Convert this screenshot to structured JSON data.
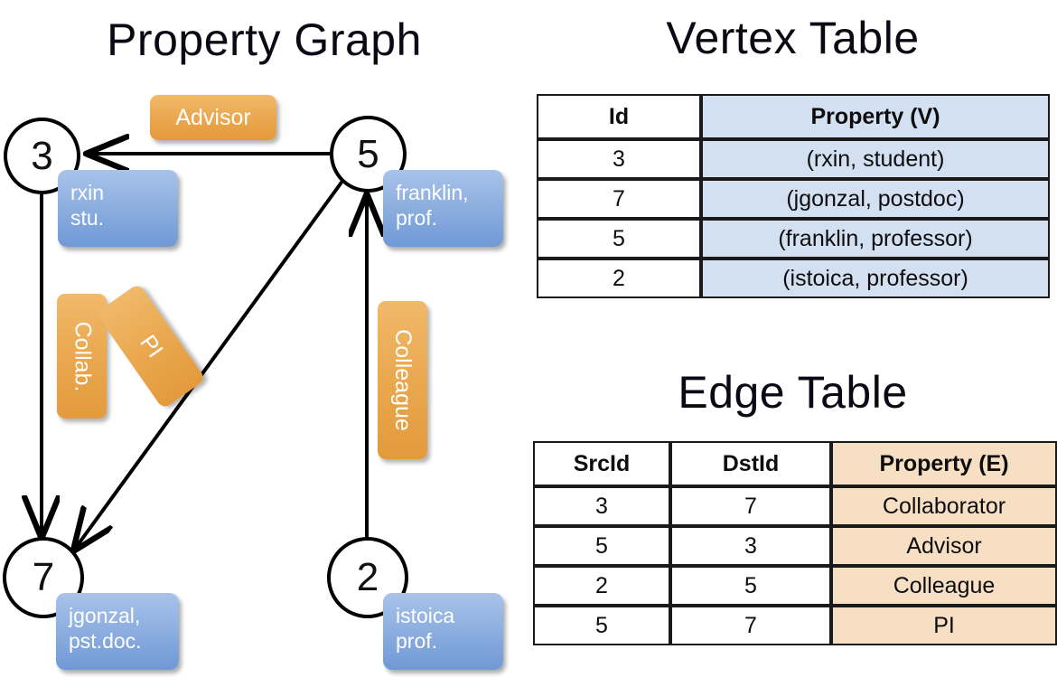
{
  "titles": {
    "graph": "Property Graph",
    "vertex_table": "Vertex Table",
    "edge_table": "Edge Table"
  },
  "graph": {
    "nodes": [
      {
        "id": "3",
        "property_line1": "rxin",
        "property_line2": "stu."
      },
      {
        "id": "5",
        "property_line1": "franklin,",
        "property_line2": "prof."
      },
      {
        "id": "7",
        "property_line1": "jgonzal,",
        "property_line2": "pst.doc."
      },
      {
        "id": "2",
        "property_line1": "istoica",
        "property_line2": "prof."
      }
    ],
    "edge_labels": {
      "advisor": "Advisor",
      "collab": "Collab.",
      "pi": "PI",
      "colleague": "Colleague"
    },
    "colors": {
      "node_stroke": "#000000",
      "vertex_property_fill": "#8fb0e0",
      "edge_label_fill": "#eaa84f",
      "arrow": "#000000"
    }
  },
  "vertex_table": {
    "headers": [
      "Id",
      "Property (V)"
    ],
    "rows": [
      {
        "id": "3",
        "property": "(rxin, student)"
      },
      {
        "id": "7",
        "property": "(jgonzal, postdoc)"
      },
      {
        "id": "5",
        "property": "(franklin, professor)"
      },
      {
        "id": "2",
        "property": "(istoica, professor)"
      }
    ],
    "header_fill": "#d3e0f2"
  },
  "edge_table": {
    "headers": [
      "SrcId",
      "DstId",
      "Property (E)"
    ],
    "rows": [
      {
        "src": "3",
        "dst": "7",
        "property": "Collaborator"
      },
      {
        "src": "5",
        "dst": "3",
        "property": "Advisor"
      },
      {
        "src": "2",
        "dst": "5",
        "property": "Colleague"
      },
      {
        "src": "5",
        "dst": "7",
        "property": "PI"
      }
    ],
    "header_fill": "#f7dfc4"
  }
}
